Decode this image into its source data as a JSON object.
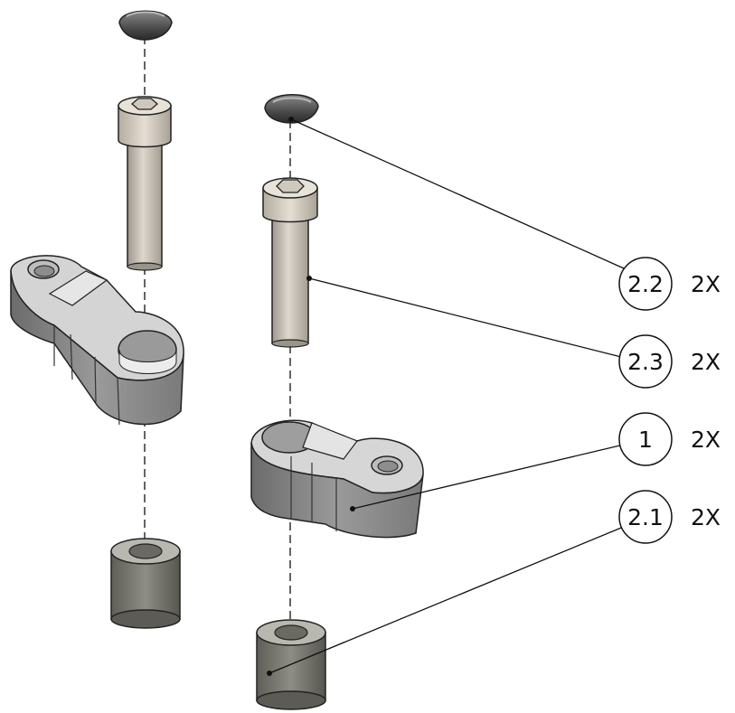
{
  "callouts": [
    {
      "item": "2.2",
      "qty": "2X"
    },
    {
      "item": "2.3",
      "qty": "2X"
    },
    {
      "item": "1",
      "qty": "2X"
    },
    {
      "item": "2.1",
      "qty": "2X"
    }
  ],
  "colors": {
    "metal_light": "#d9d9d9",
    "metal_mid": "#a9a9a9",
    "metal_dark": "#6f6f6f",
    "bolt_tan": "#cfc8bd",
    "spacer": "#7b7a72",
    "line": "#111111"
  }
}
